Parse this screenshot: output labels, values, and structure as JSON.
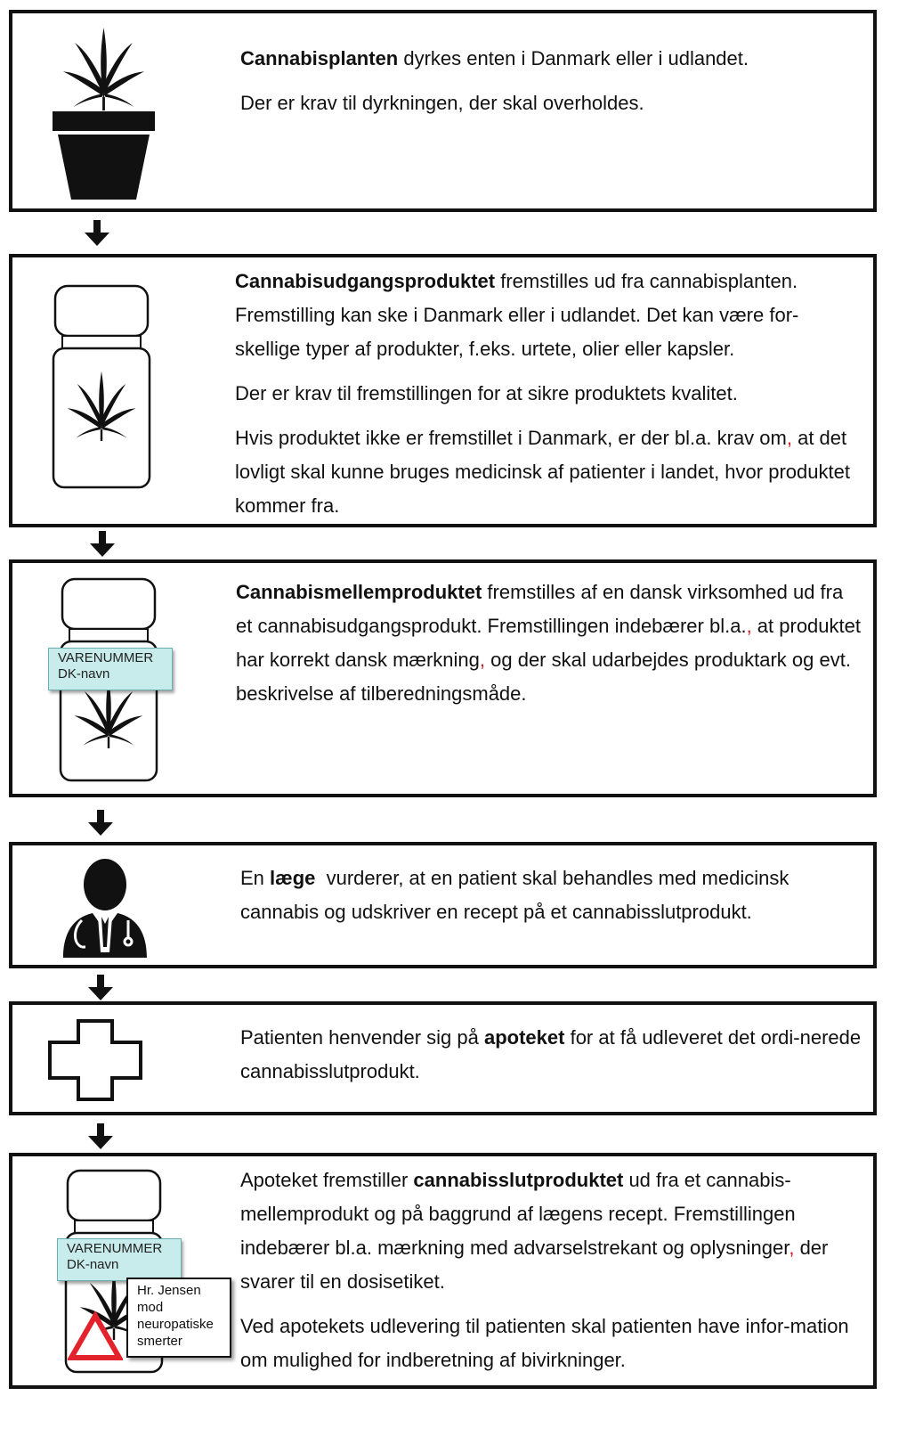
{
  "steps": [
    {
      "icon": "potted-cannabis-plant-icon",
      "paragraphs": [
        {
          "bold": "Cannabisplanten",
          "rest": " dyrkes enten i Danmark eller i udlandet."
        },
        {
          "text": "Der er krav til dyrkningen, der skal overholdes."
        }
      ]
    },
    {
      "icon": "cannabis-jar-icon",
      "paragraphs": [
        {
          "bold": "Cannabisudgangsproduktet",
          "rest": " fremstilles ud fra cannabisplanten. Fremstilling kan ske i Danmark eller i udlandet. Det kan være for-skellige typer af produkter, f.eks. urtete, olier eller kapsler."
        },
        {
          "text": "Der er krav til fremstillingen for at sikre produktets kvalitet."
        },
        {
          "text_a": "Hvis produktet ikke er fremstillet i Danmark, er der bl.a. krav om",
          "red": ",",
          "text_b": " at det lovligt skal kunne bruges medicinsk af patienter i landet, hvor produktet kommer fra."
        }
      ]
    },
    {
      "icon": "labeled-cannabis-jar-icon",
      "label_lines": [
        "VARENUMMER",
        "DK-navn"
      ],
      "paragraphs": [
        {
          "bold": "Cannabismellemproduktet",
          "rest": " fremstilles af en dansk virksomhed ud fra et cannabisudgangsprodukt. Fremstillingen indebærer bl.a.",
          "red": ",",
          "rest2": " at produktet har korrekt dansk mærkning",
          "red2": ",",
          "rest3": " og der skal udarbejdes produktark og evt. beskrivelse af tilberedningsmåde."
        }
      ]
    },
    {
      "icon": "doctor-icon",
      "paragraphs": [
        {
          "pre": "En ",
          "bold": "læge",
          "rest": "  vurderer, at en patient skal behandles med medicinsk cannabis og udskriver en recept på et cannabisslutprodukt."
        }
      ]
    },
    {
      "icon": "pharmacy-cross-icon",
      "paragraphs": [
        {
          "pre": "Patienten henvender sig på ",
          "bold": "apoteket",
          "rest": " for at få udleveret det ordi-nerede cannabisslutprodukt."
        }
      ]
    },
    {
      "icon": "dispensed-cannabis-jar-icon",
      "label_lines": [
        "VARENUMMER",
        "DK-navn"
      ],
      "tag_lines": [
        "Hr. Jensen",
        "mod",
        "neuropatiske",
        "smerter"
      ],
      "paragraphs": [
        {
          "pre": "Apoteket fremstiller ",
          "bold": "cannabisslutproduktet",
          "rest": " ud fra et cannabis-mellemprodukt og på baggrund af lægens recept. Fremstillingen indebærer bl.a. mærkning med advarselstrekant og oplysninger",
          "red": ",",
          "rest2": " der svarer til en dosisetiket."
        },
        {
          "text": "Ved apotekets udlevering til patienten skal patienten have infor-mation om mulighed for indberetning af bivirkninger."
        }
      ]
    }
  ],
  "colors": {
    "border": "#111111",
    "accent_red": "#d41a1a",
    "label_fill": "#c8eceb",
    "warning_red": "#e3232b"
  }
}
